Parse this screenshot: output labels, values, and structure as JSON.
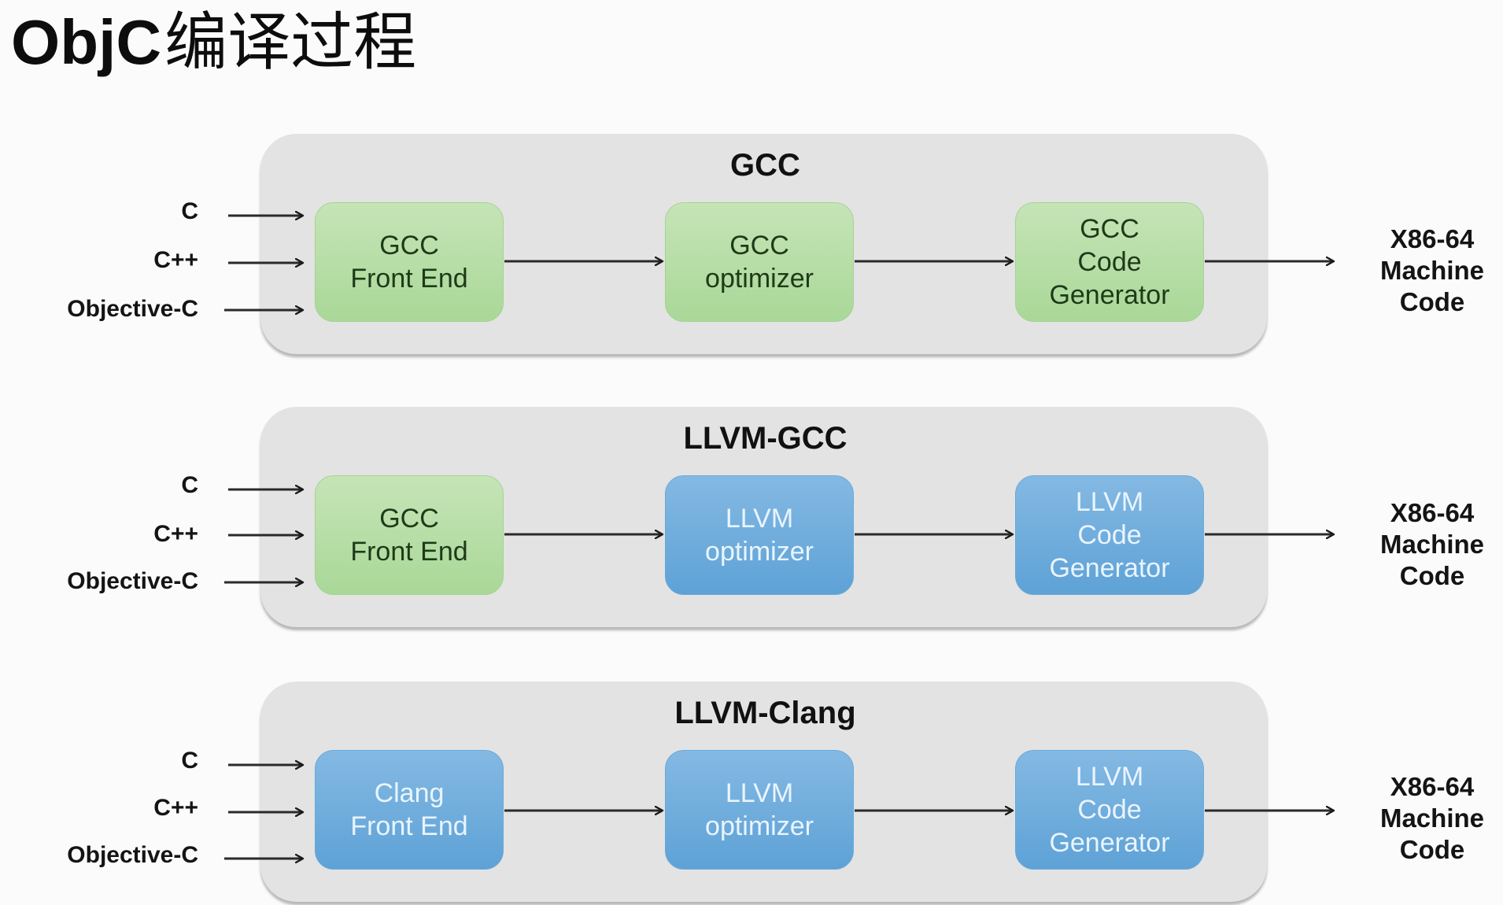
{
  "title": {
    "latin": "ObjC",
    "cjk": "编译过程"
  },
  "diagram": {
    "inputs": [
      "C",
      "C++",
      "Objective-C"
    ],
    "output": "X86-64\nMachine\nCode",
    "colors": {
      "gcc_stage": "#b6dea6",
      "llvm_stage": "#6eaddc",
      "panel": "#e3e3e3"
    },
    "pipelines": [
      {
        "name": "GCC",
        "stages": [
          {
            "label": "GCC\nFront End",
            "kind": "green"
          },
          {
            "label": "GCC\noptimizer",
            "kind": "green"
          },
          {
            "label": "GCC\nCode\nGenerator",
            "kind": "green"
          }
        ]
      },
      {
        "name": "LLVM-GCC",
        "stages": [
          {
            "label": "GCC\nFront End",
            "kind": "green"
          },
          {
            "label": "LLVM\noptimizer",
            "kind": "blue"
          },
          {
            "label": "LLVM\nCode\nGenerator",
            "kind": "blue"
          }
        ]
      },
      {
        "name": "LLVM-Clang",
        "stages": [
          {
            "label": "Clang\nFront End",
            "kind": "blue"
          },
          {
            "label": "LLVM\noptimizer",
            "kind": "blue"
          },
          {
            "label": "LLVM\nCode\nGenerator",
            "kind": "blue"
          }
        ]
      }
    ]
  }
}
